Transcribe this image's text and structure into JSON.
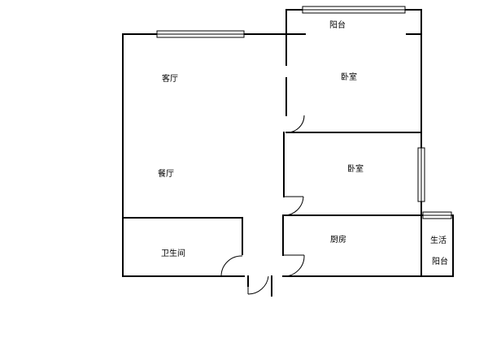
{
  "rooms": {
    "living_room": "客厅",
    "dining_room": "餐厅",
    "bathroom": "卫生间",
    "bedroom_top": "卧室",
    "bedroom_middle": "卧室",
    "kitchen": "厨房",
    "balcony_top": "阳台",
    "utility_balcony_line1": "生活",
    "utility_balcony_line2": "阳台"
  }
}
